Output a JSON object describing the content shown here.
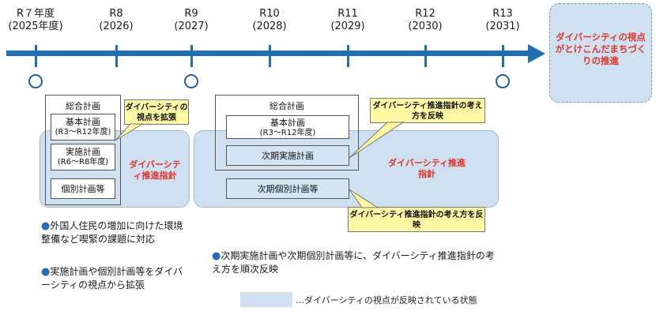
{
  "timeline": {
    "years": [
      {
        "era": "R７年度",
        "west": "(2025年度)"
      },
      {
        "era": "R8",
        "west": "(2026)"
      },
      {
        "era": "R9",
        "west": "(2027)"
      },
      {
        "era": "R10",
        "west": "(2028)"
      },
      {
        "era": "R11",
        "west": "(2029)"
      },
      {
        "era": "R12",
        "west": "(2030)"
      },
      {
        "era": "R13",
        "west": "(2031)"
      }
    ],
    "goal": "ダイバーシティの視点がとけこんだまちづくりの推進"
  },
  "left": {
    "title": "総合計画",
    "basic_plan": "基本計画",
    "basic_range": "(R3～R12年度)",
    "impl_plan": "実施計画",
    "impl_range": "(R6～R8年度)",
    "individual": "個別計画等",
    "guideline": "ダイバーシティ推進指針",
    "callout": "ダイバーシティの視点を拡張",
    "bullets": [
      "外国人住民の増加に向けた環境整備など喫緊の課題に対応",
      "実施計画や個別計画等をダイバーシティの視点から拡張"
    ]
  },
  "right": {
    "title": "総合計画",
    "basic_plan": "基本計画",
    "basic_range": "(R3～R12年度)",
    "next_impl": "次期実施計画",
    "next_individual": "次期個別計画等",
    "guideline": "ダイバーシティ推進指針",
    "callout_top": "ダイバーシティ推進指針の考え方を反映",
    "callout_bottom": "ダイバーシティ推進指針の考え方を反映",
    "bullet": "次期実施計画や次期個別計画等に、ダイバーシティ推進指針の考え方を順次反映"
  },
  "legend": "…ダイバーシティの視点が反映されている状態",
  "colors": {
    "arrow": "#1f6fb0",
    "shade": "#cfe0f1",
    "callout": "#fff9a6",
    "accent": "#e0332c"
  }
}
